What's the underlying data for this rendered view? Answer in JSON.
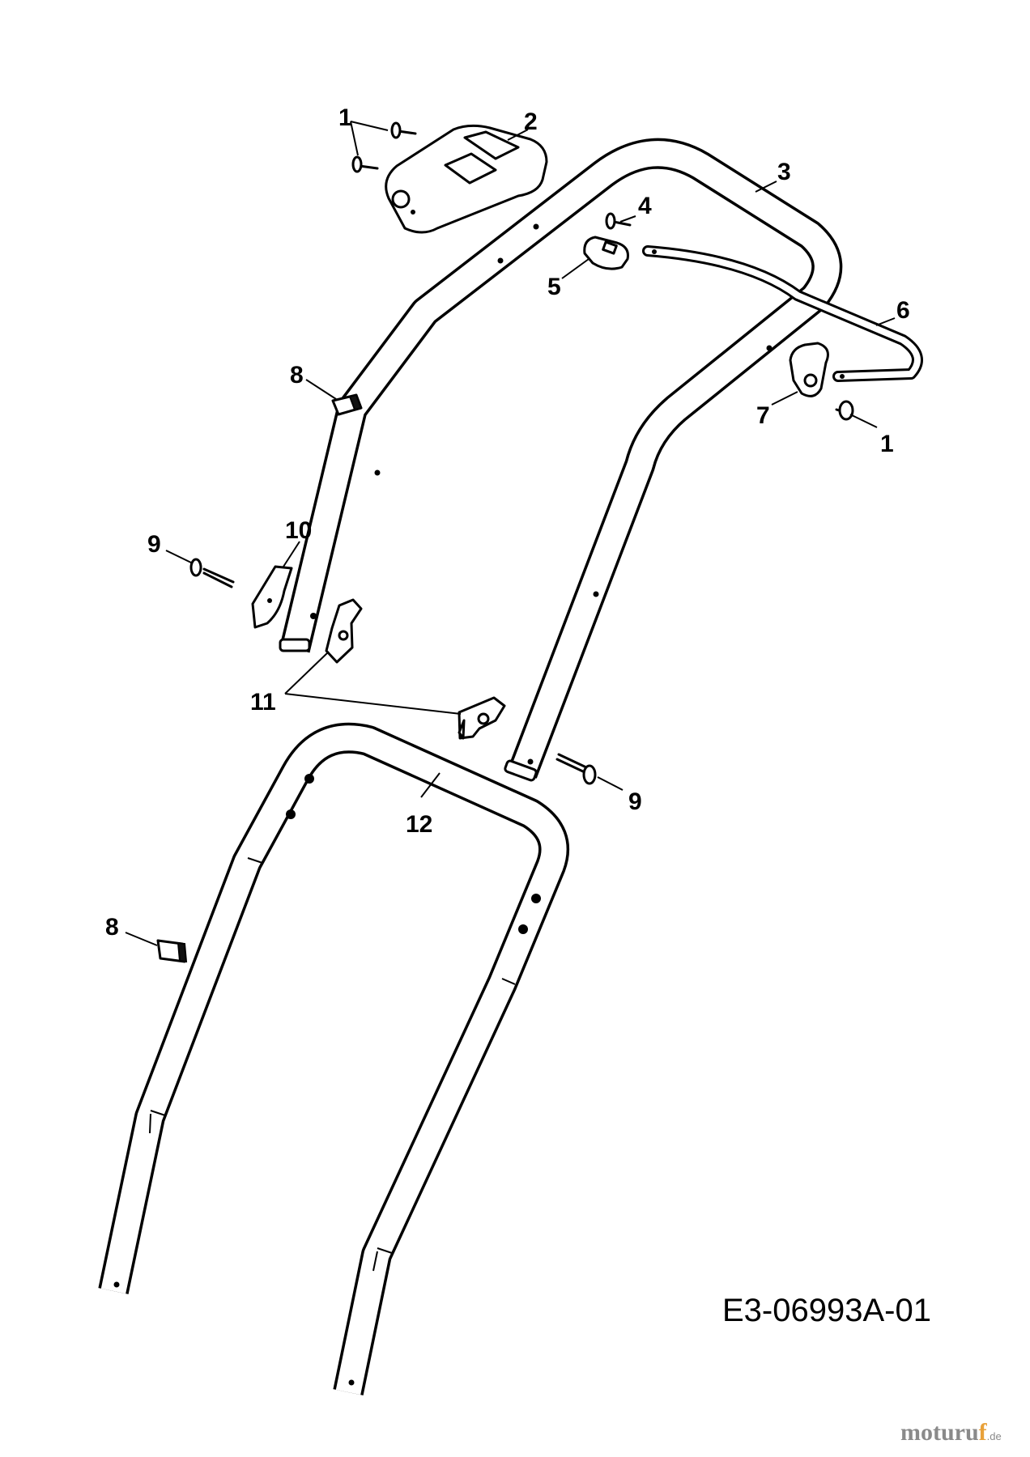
{
  "callouts": {
    "c1a": "1",
    "c2": "2",
    "c3": "3",
    "c4": "4",
    "c5": "5",
    "c6": "6",
    "c7": "7",
    "c1b": "1",
    "c8a": "8",
    "c9a": "9",
    "c10": "10",
    "c11": "11",
    "c9b": "9",
    "c12": "12",
    "c8b": "8"
  },
  "drawing_code": "E3-06993A-01",
  "watermark": {
    "name_start": "moturu",
    "name_accent": "f",
    "tld": ".de"
  }
}
